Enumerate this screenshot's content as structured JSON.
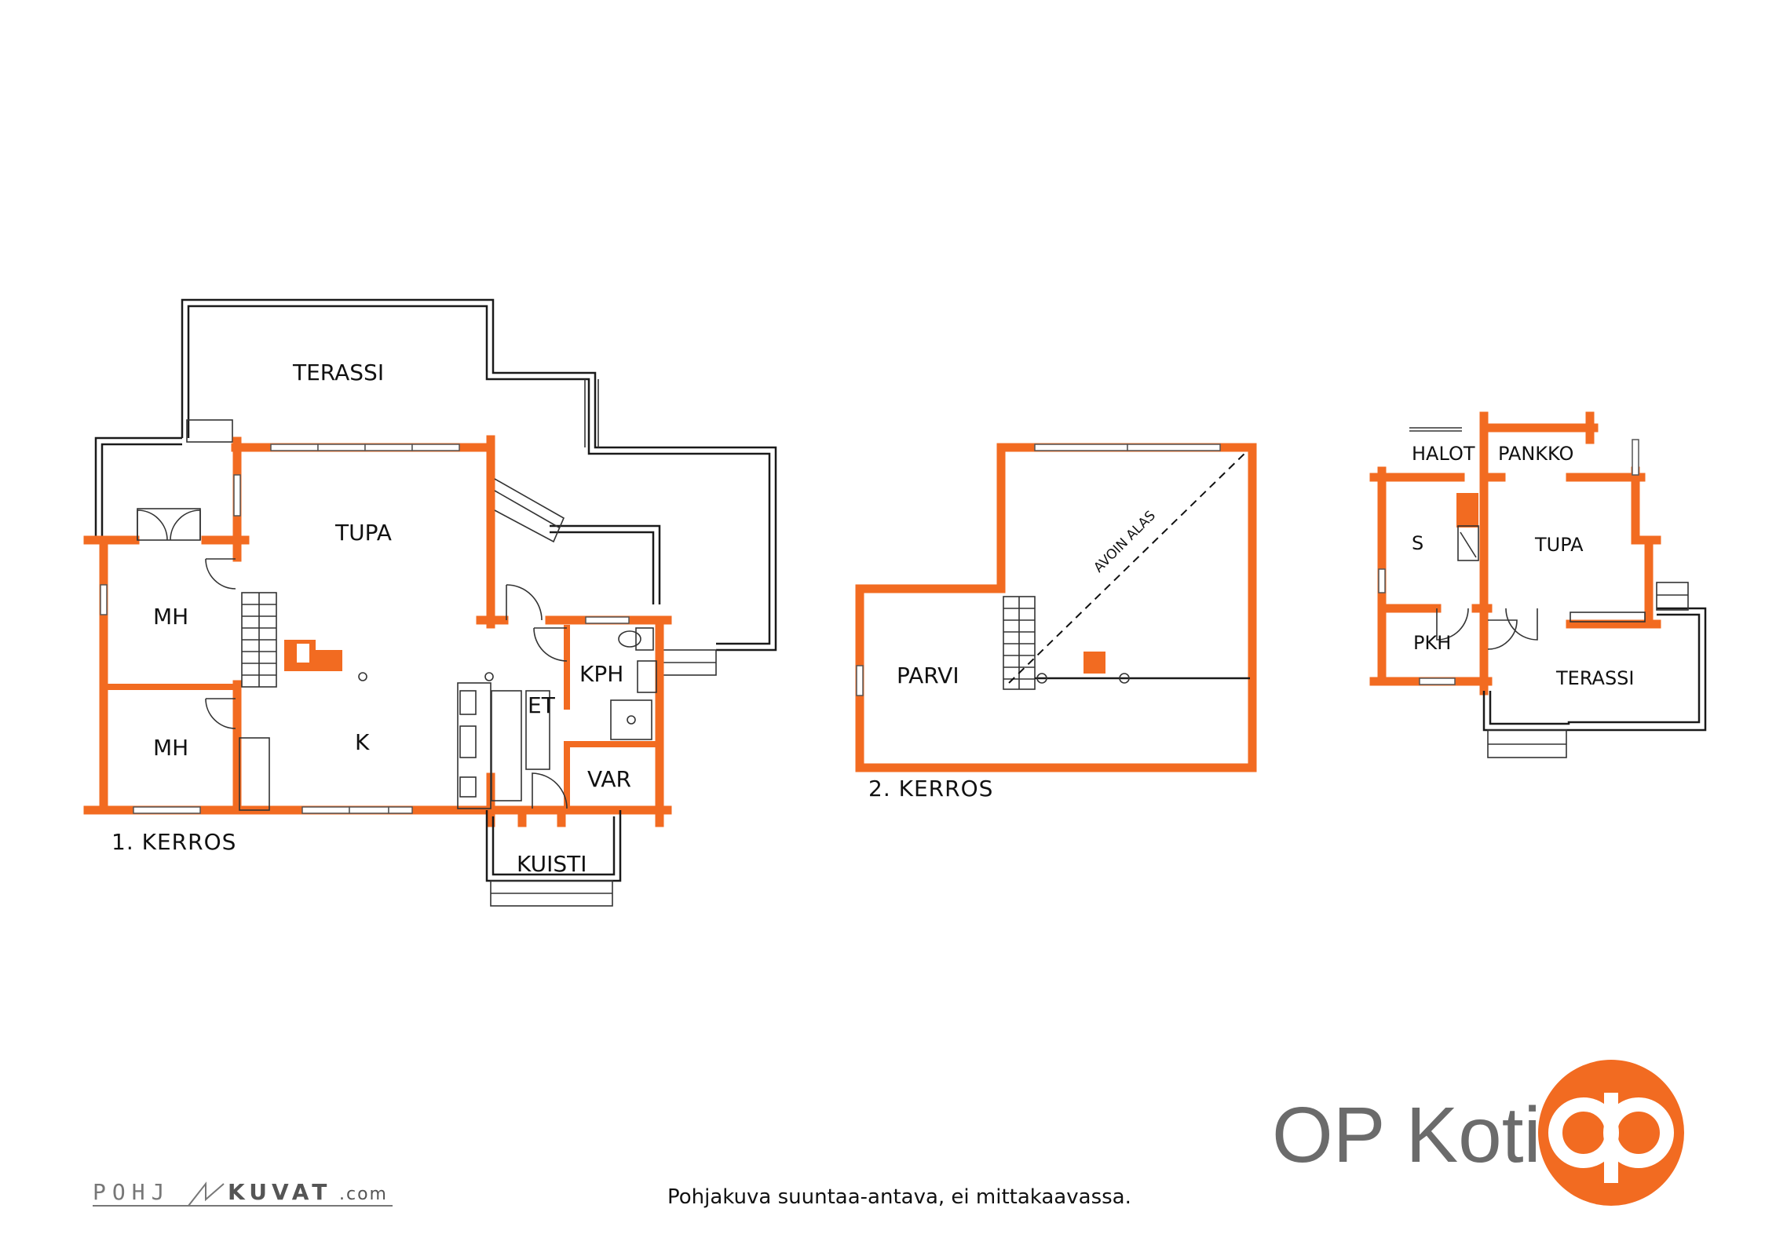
{
  "floor1": {
    "title": "1. KERROS",
    "rooms": {
      "terassi": "TERASSI",
      "tupa": "TUPA",
      "mh_top": "MH",
      "mh_bottom": "MH",
      "k": "K",
      "et": "ET",
      "kph": "KPH",
      "var": "VAR",
      "kuisti": "KUISTI"
    }
  },
  "floor2": {
    "title": "2. KERROS",
    "rooms": {
      "parvi": "PARVI",
      "open_note": "AVOIN ALAS"
    }
  },
  "sauna": {
    "rooms": {
      "halot": "HALOT",
      "pankko": "PANKKO",
      "s": "S",
      "tupa": "TUPA",
      "pkh": "PKH",
      "terassi": "TERASSI"
    }
  },
  "footer": {
    "disclaimer": "Pohjakuva suuntaa-antava, ei mittakaavassa.",
    "pohjakuvat_left": "POHJ",
    "pohjakuvat_right": "KUVAT",
    "pohjakuvat_domain": ".com",
    "brand_name": "OP Koti"
  },
  "colors": {
    "wall": "#f26b21",
    "brand_gray": "#6b6b6b"
  }
}
